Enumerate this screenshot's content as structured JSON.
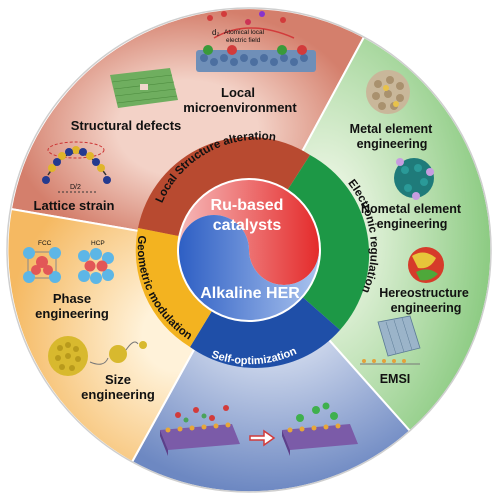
{
  "center": {
    "top_line1": "Ru-based",
    "top_line2": "catalysts",
    "bottom": "Alkaline HER"
  },
  "middle_ring": {
    "local_structure": "Local Structure alteration",
    "electronic": "Electronic regulation",
    "geometric": "Geometric modulation",
    "self_optimization": "Self-optimization"
  },
  "outer": {
    "local_micro_1": "Local",
    "local_micro_2": "microenvironment",
    "atomical_field_1": "Atomical local",
    "atomical_field_2": "electric field",
    "d2_label": "d₂",
    "structural_defects": "Structural defects",
    "lattice_strain": "Lattice strain",
    "metal_element_1": "Metal element",
    "metal_element_2": "engineering",
    "nonmetal_element_1": "Nometal element",
    "nonmetal_element_2": "engineering",
    "hetero_1": "Hereostructure",
    "hetero_2": "engineering",
    "emsi": "EMSI",
    "phase_1": "Phase",
    "phase_2": "engineering",
    "fcc": "FCC",
    "hcp": "HCP",
    "size_1": "Size",
    "size_2": "engineering",
    "strain_label": "D/2"
  },
  "colors": {
    "red_sector": "#d9897a",
    "green_sector": "#8fc987",
    "orange_sector": "#f6c37e",
    "blue_sector": "#7b95c9",
    "ring_red": "#b8452a",
    "ring_green": "#1f9a45",
    "ring_orange": "#f2b11f",
    "ring_blue": "#1f4fa8",
    "center_red": "#e23a3a",
    "center_blue": "#2f62c4"
  }
}
